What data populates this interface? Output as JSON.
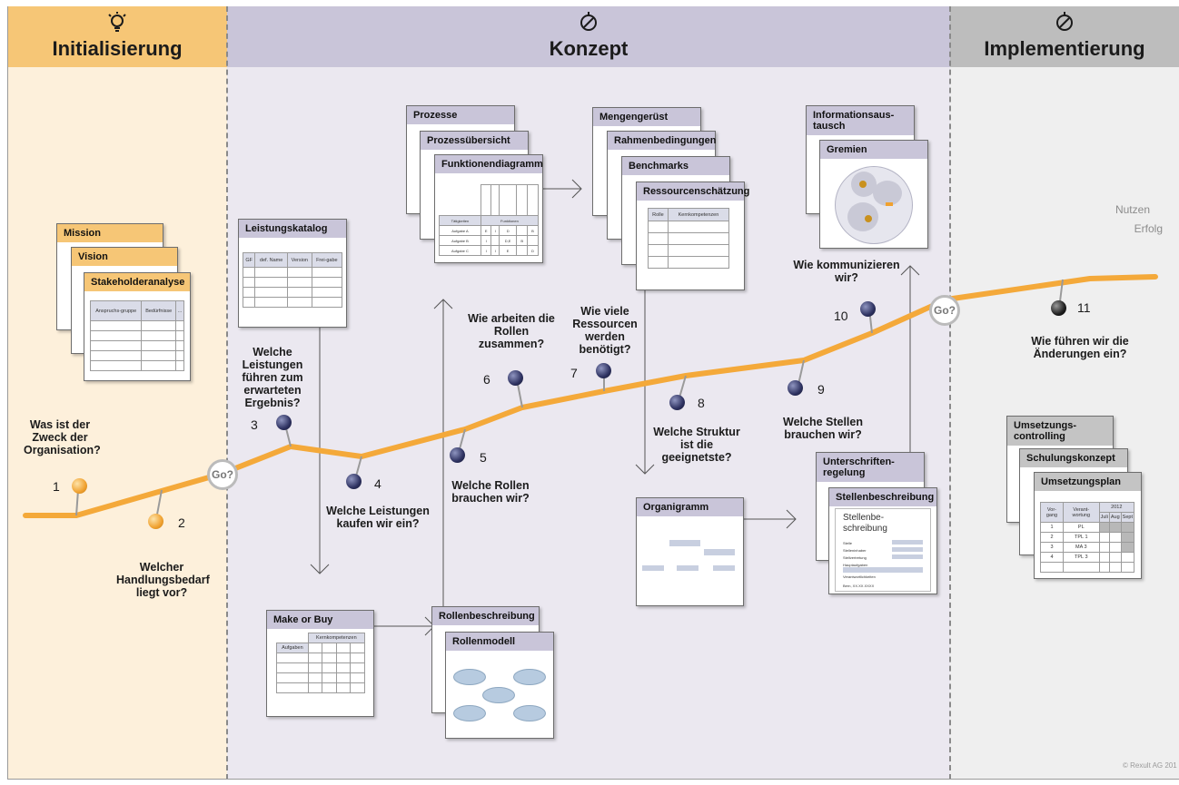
{
  "phases": [
    {
      "title": "Initialisierung",
      "icon": "lightbulb-icon"
    },
    {
      "title": "Konzept",
      "icon": "compass-icon"
    },
    {
      "title": "Implementierung",
      "icon": "compass-icon"
    }
  ],
  "side_labels": {
    "nutzen": "Nutzen",
    "erfolg": "Erfolg"
  },
  "copyright": "© Rexult AG 201",
  "gates": [
    "Go?",
    "Go?"
  ],
  "questions": [
    {
      "num": "1",
      "text": "Was ist der Zweck der Organisation?"
    },
    {
      "num": "2",
      "text": "Welcher Handlungsbedarf liegt vor?"
    },
    {
      "num": "3",
      "text": "Welche Leistungen führen zum erwarteten Ergebnis?"
    },
    {
      "num": "4",
      "text": "Welche Leistungen kaufen wir ein?"
    },
    {
      "num": "5",
      "text": "Welche Rollen brauchen wir?"
    },
    {
      "num": "6",
      "text": "Wie arbeiten die Rollen zusammen?"
    },
    {
      "num": "7",
      "text": "Wie viele Ressourcen werden benötigt?"
    },
    {
      "num": "8",
      "text": "Welche Struktur ist die geeignetste?"
    },
    {
      "num": "9",
      "text": "Welche Stellen brauchen wir?"
    },
    {
      "num": "10",
      "text": "Wie kommunizieren wir?"
    },
    {
      "num": "11",
      "text": "Wie führen wir die Änderungen ein?"
    }
  ],
  "documents": {
    "mission": "Mission",
    "vision": "Vision",
    "stakeholderanalyse": "Stakeholderanalyse",
    "stakeholder_cols": [
      "Anspruchs-gruppe",
      "Bedürfnisse",
      "..."
    ],
    "leistungskatalog": "Leistungskatalog",
    "leistungskatalog_cols": [
      "GF",
      "def. Name",
      "Version",
      "Frei-gabe"
    ],
    "make_or_buy": "Make or Buy",
    "make_or_buy_cols": [
      "Kernkompetenzen",
      "Aufgaben"
    ],
    "prozesse": "Prozesse",
    "prozessuebersicht": "Prozessübersicht",
    "funktionendiagramm": "Funktionendiagramm",
    "funktionen_rows": [
      "Tätigkeiten",
      "Aufgabe A",
      "Aufgabe B",
      "Aufgabe C"
    ],
    "funktionen_header": "Funktionen",
    "rollenbeschreibung": "Rollenbeschreibung",
    "rollenmodell": "Rollenmodell",
    "mengengeruest": "Mengengerüst",
    "rahmenbedingungen": "Rahmenbedingungen",
    "benchmarks": "Benchmarks",
    "ressourcenschaetzung": "Ressourcenschätzung",
    "ressourcen_cols": [
      "Rolle",
      "Kernkompetenzen"
    ],
    "organigramm": "Organigramm",
    "informationsaustausch": "Informationsaus-tausch",
    "gremien": "Gremien",
    "unterschriftenregelung": "Unterschriften-regelung",
    "stellenbeschreibung": "Stellenbeschreibung",
    "stellen_title": "Stellenbe-schreibung",
    "stellen_fields": [
      "Stelle",
      "Stelleninhaber",
      "Stellvertretung",
      "Hauptaufgaben",
      "Verantwortlichkeiten"
    ],
    "stellen_footer": "Bern, XX.XX.XXXX",
    "umsetzungscontrolling": "Umsetzungs-controlling",
    "schulungskonzept": "Schulungskonzept",
    "umsetzungsplan": "Umsetzungsplan",
    "umsetzungsplan_cols": [
      "Vor-gang",
      "Verant-wortung",
      "2012",
      "Juli",
      "Aug",
      "Sept"
    ],
    "umsetzungsplan_rows": [
      [
        "1",
        "PL"
      ],
      [
        "2",
        "TPL 1"
      ],
      [
        "3",
        "MA 3"
      ],
      [
        "4",
        "TPL 3"
      ]
    ]
  },
  "colors": {
    "initialisierung": "#f6c676",
    "konzept": "#c9c5d9",
    "implementierung": "#bdbdbd",
    "path": "#f4a93a"
  }
}
